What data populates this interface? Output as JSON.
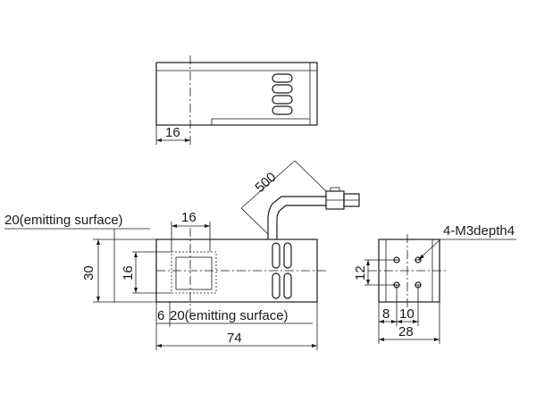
{
  "labels": {
    "top_width_16": "16",
    "cable_length": "500",
    "emit_surface_top": "20(emitting surface)",
    "front_width_16": "16",
    "height_30": "30",
    "height_16": "16",
    "offset_6": "6",
    "emit_surface_bottom": "20(emitting surface)",
    "length_74": "74",
    "holes": "4-M3depth4",
    "side_12": "12",
    "side_8": "8",
    "side_10": "10",
    "side_28": "28"
  }
}
